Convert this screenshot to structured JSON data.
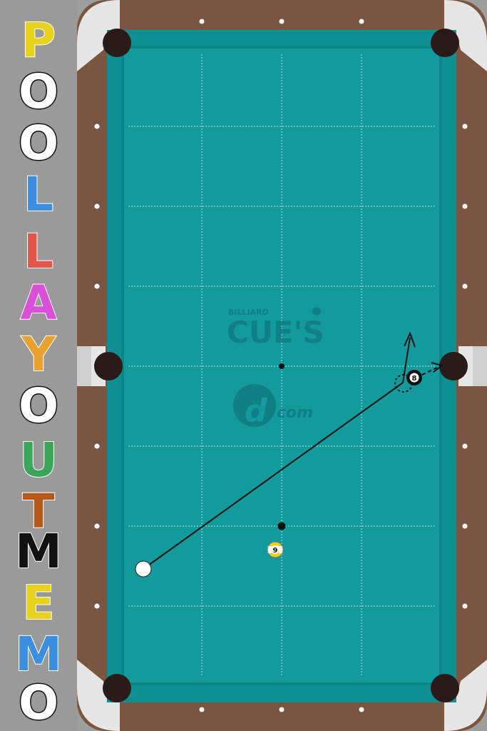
{
  "title": {
    "letters": [
      {
        "ch": "P",
        "color": "#e8d21c"
      },
      {
        "ch": "O",
        "color": "#ffffff"
      },
      {
        "ch": "O",
        "color": "#ffffff"
      },
      {
        "ch": "L",
        "color": "#3b8ee0"
      },
      {
        "ch": "L",
        "color": "#e2574c"
      },
      {
        "ch": "A",
        "color": "#d94fd9"
      },
      {
        "ch": "Y",
        "color": "#e8a32e"
      },
      {
        "ch": "O",
        "color": "#ffffff"
      },
      {
        "ch": "U",
        "color": "#3aa65a"
      },
      {
        "ch": "T",
        "color": "#b5591b"
      },
      {
        "ch": "M",
        "color": "#111111"
      },
      {
        "ch": "E",
        "color": "#e8d21c"
      },
      {
        "ch": "M",
        "color": "#3b8ee0"
      },
      {
        "ch": "O",
        "color": "#ffffff"
      }
    ]
  },
  "table": {
    "cloth_color": "#129a9c",
    "rail_color": "#7a5640",
    "pocket_color": "#2a1a18"
  },
  "watermark": {
    "small": "BILLIARD",
    "big": "CUE'S",
    "com": "com",
    "logo_letter": "d"
  },
  "balls": {
    "cue": {
      "label": "",
      "color": "#ffffff"
    },
    "eight": {
      "label": "8"
    },
    "nine": {
      "label": "9"
    }
  }
}
